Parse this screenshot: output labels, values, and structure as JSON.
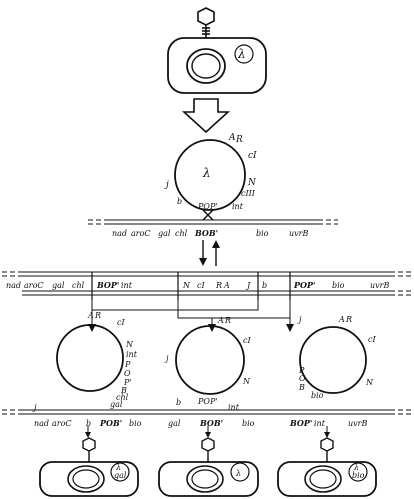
{
  "diagram": {
    "top_cell": {
      "phage_label": "λ"
    },
    "phage_circle": {
      "center_label": "λ",
      "labels": [
        "A",
        "R",
        "cI",
        "N",
        "cIII",
        "int",
        "j",
        "b",
        "POP'"
      ]
    },
    "bacterial_chromosome_top": {
      "labels": [
        "nad",
        "aroC",
        "gal",
        "chl",
        "BOB'",
        "bio",
        "uvrB"
      ]
    },
    "integrated_prophage_row": {
      "labels": [
        "nad",
        "aroC",
        "gal",
        "chl",
        "BOP'",
        "int",
        "N",
        "cI",
        "R",
        "A",
        "J",
        "b",
        "POP'",
        "bio",
        "uvrB"
      ]
    },
    "excised_circles": [
      {
        "name": "left",
        "labels": [
          "A",
          "R",
          "cI",
          "N",
          "int",
          "P",
          "O",
          "P'",
          "B",
          "chl",
          "gal",
          "j"
        ],
        "chromosome": [
          "nad",
          "aroC",
          "b",
          "POB'",
          "bio"
        ]
      },
      {
        "name": "middle",
        "labels": [
          "A",
          "R",
          "cI",
          "N",
          "j",
          "b",
          "POP'",
          "int"
        ],
        "chromosome": [
          "gal",
          "BOB'",
          "bio"
        ]
      },
      {
        "name": "right",
        "labels": [
          "j",
          "A",
          "R",
          "cI",
          "N",
          "P",
          "O",
          "B",
          "bio"
        ],
        "chromosome": [
          "BOP'",
          "int",
          "uvrB"
        ]
      }
    ],
    "bottom_cells": [
      {
        "name": "gal-transducing",
        "label_top": "λ",
        "label_bottom": "gal"
      },
      {
        "name": "normal",
        "label_top": "λ",
        "label_bottom": ""
      },
      {
        "name": "bio-transducing",
        "label_top": "λ",
        "label_bottom": "bio"
      }
    ]
  }
}
